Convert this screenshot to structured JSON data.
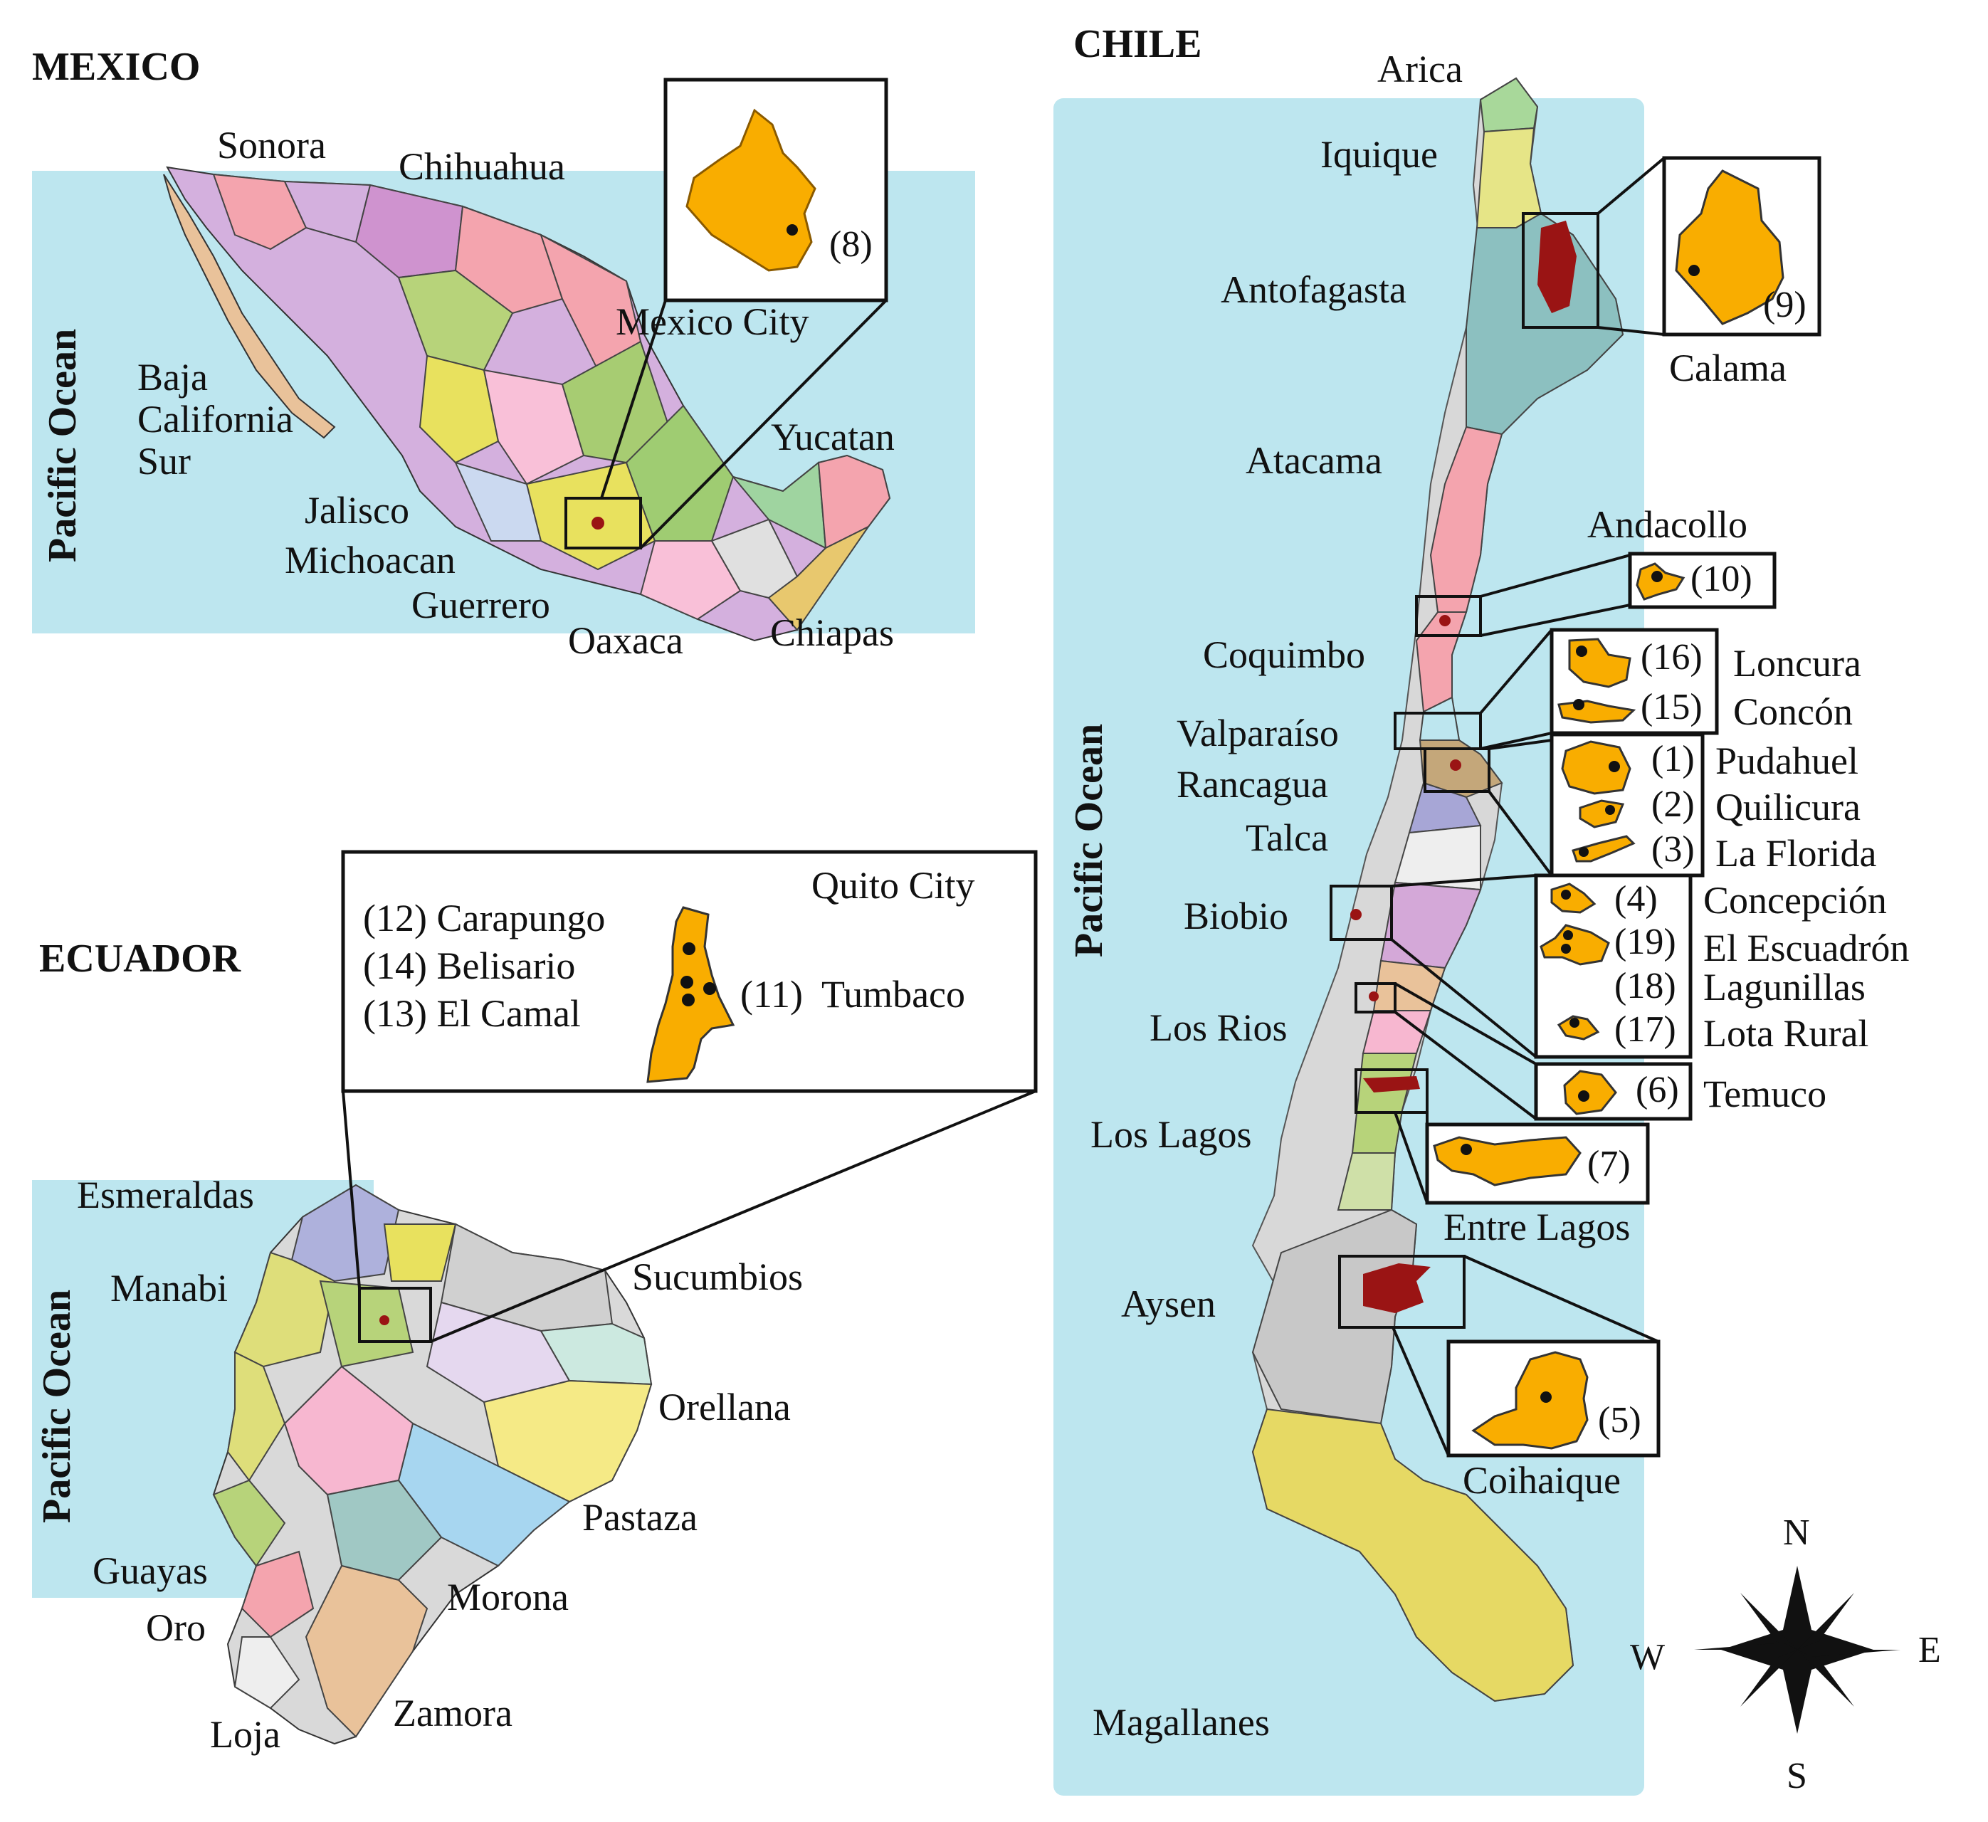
{
  "mexico": {
    "title": "MEXICO",
    "ocean": "Pacific Ocean",
    "states": [
      "Sonora",
      "Chihuahua",
      "Baja",
      "California",
      "Sur",
      "Jalisco",
      "Michoacan",
      "Guerrero",
      "Oaxaca",
      "Chiapas",
      "Yucatan"
    ],
    "city": "Mexico City",
    "site_number": "(8)"
  },
  "ecuador": {
    "title": "ECUADOR",
    "ocean": "Pacific Ocean",
    "provinces": [
      "Esmeraldas",
      "Manabi",
      "Sucumbios",
      "Orellana",
      "Pastaza",
      "Guayas",
      "Morona",
      "Oro",
      "Zamora",
      "Loja"
    ],
    "city": "Quito City",
    "sites": [
      "(12) Carapungo",
      "(14) Belisario",
      "(13) El Camal",
      "(11)  Tumbaco"
    ]
  },
  "chile": {
    "title": "CHILE",
    "ocean": "Pacific Ocean",
    "regions": [
      "Arica",
      "Iquique",
      "Antofagasta",
      "Atacama",
      "Coquimbo",
      "Valparaíso",
      "Rancagua",
      "Talca",
      "Biobio",
      "Los Rios",
      "Los Lagos",
      "Aysen",
      "Magallanes"
    ],
    "sites": {
      "calama": {
        "num": "(9)",
        "name": "Calama"
      },
      "andacollo": {
        "num": "(10)",
        "name": "Andacollo"
      },
      "loncura": {
        "num": "(16)",
        "name": "Loncura"
      },
      "concon": {
        "num": "(15)",
        "name": "Concón"
      },
      "pudahuel": {
        "num": "(1)",
        "name": "Pudahuel"
      },
      "quilicura": {
        "num": "(2)",
        "name": "Quilicura"
      },
      "laflorida": {
        "num": "(3)",
        "name": "La Florida"
      },
      "concepcion": {
        "num": "(4)",
        "name": "Concepción"
      },
      "escuadron": {
        "num": "(19)",
        "name": "El Escuadrón"
      },
      "lagunillas": {
        "num": "(18)",
        "name": "Lagunillas"
      },
      "lotarural": {
        "num": "(17)",
        "name": "Lota Rural"
      },
      "temuco": {
        "num": "(6)",
        "name": "Temuco"
      },
      "entrelagos": {
        "num": "(7)",
        "name": "Entre Lagos"
      },
      "coihaique": {
        "num": "(5)",
        "name": "Coihaique"
      }
    }
  },
  "compass": {
    "n": "N",
    "s": "S",
    "e": "E",
    "w": "W"
  },
  "colors": {
    "ocean": "#bde6ef",
    "site": "#f9ad00",
    "site_outline": "#8a5a00",
    "highlight": "#9a1414"
  }
}
